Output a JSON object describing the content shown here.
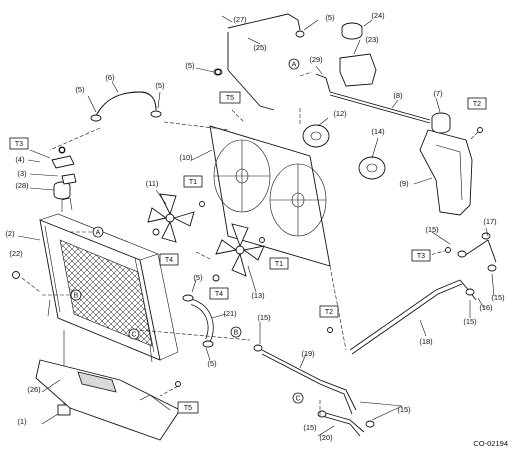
{
  "figure_code": "CO-02194",
  "callouts": {
    "c1": "(1)",
    "c2": "(2)",
    "c3": "(3)",
    "c4": "(4)",
    "c5a": "(5)",
    "c5b": "(5)",
    "c5c": "(5)",
    "c5d": "(5)",
    "c5e": "(5)",
    "c5f": "(5)",
    "c6": "(6)",
    "c7": "(7)",
    "c8": "(8)",
    "c9": "(9)",
    "c10": "(10)",
    "c11": "(11)",
    "c12": "(12)",
    "c13": "(13)",
    "c14": "(14)",
    "c15a": "(15)",
    "c15b": "(15)",
    "c15c": "(15)",
    "c15d": "(15)",
    "c15e": "(15)",
    "c15f": "(15)",
    "c16": "(16)",
    "c17": "(17)",
    "c18": "(18)",
    "c19": "(19)",
    "c20": "(20)",
    "c21": "(21)",
    "c22": "(22)",
    "c23": "(23)",
    "c24": "(24)",
    "c25": "(25)",
    "c26": "(26)",
    "c27": "(27)",
    "c28": "(28)",
    "c29": "(29)"
  },
  "torque_tags": {
    "t1a": "T1",
    "t1b": "T1",
    "t2a": "T2",
    "t2b": "T2",
    "t3a": "T3",
    "t3b": "T3",
    "t4a": "T4",
    "t4b": "T4",
    "t5a": "T5",
    "t5b": "T5"
  },
  "connection_markers": {
    "a1": "A",
    "a2": "A",
    "b1": "B",
    "b2": "B",
    "c1": "C",
    "c2": "C"
  }
}
